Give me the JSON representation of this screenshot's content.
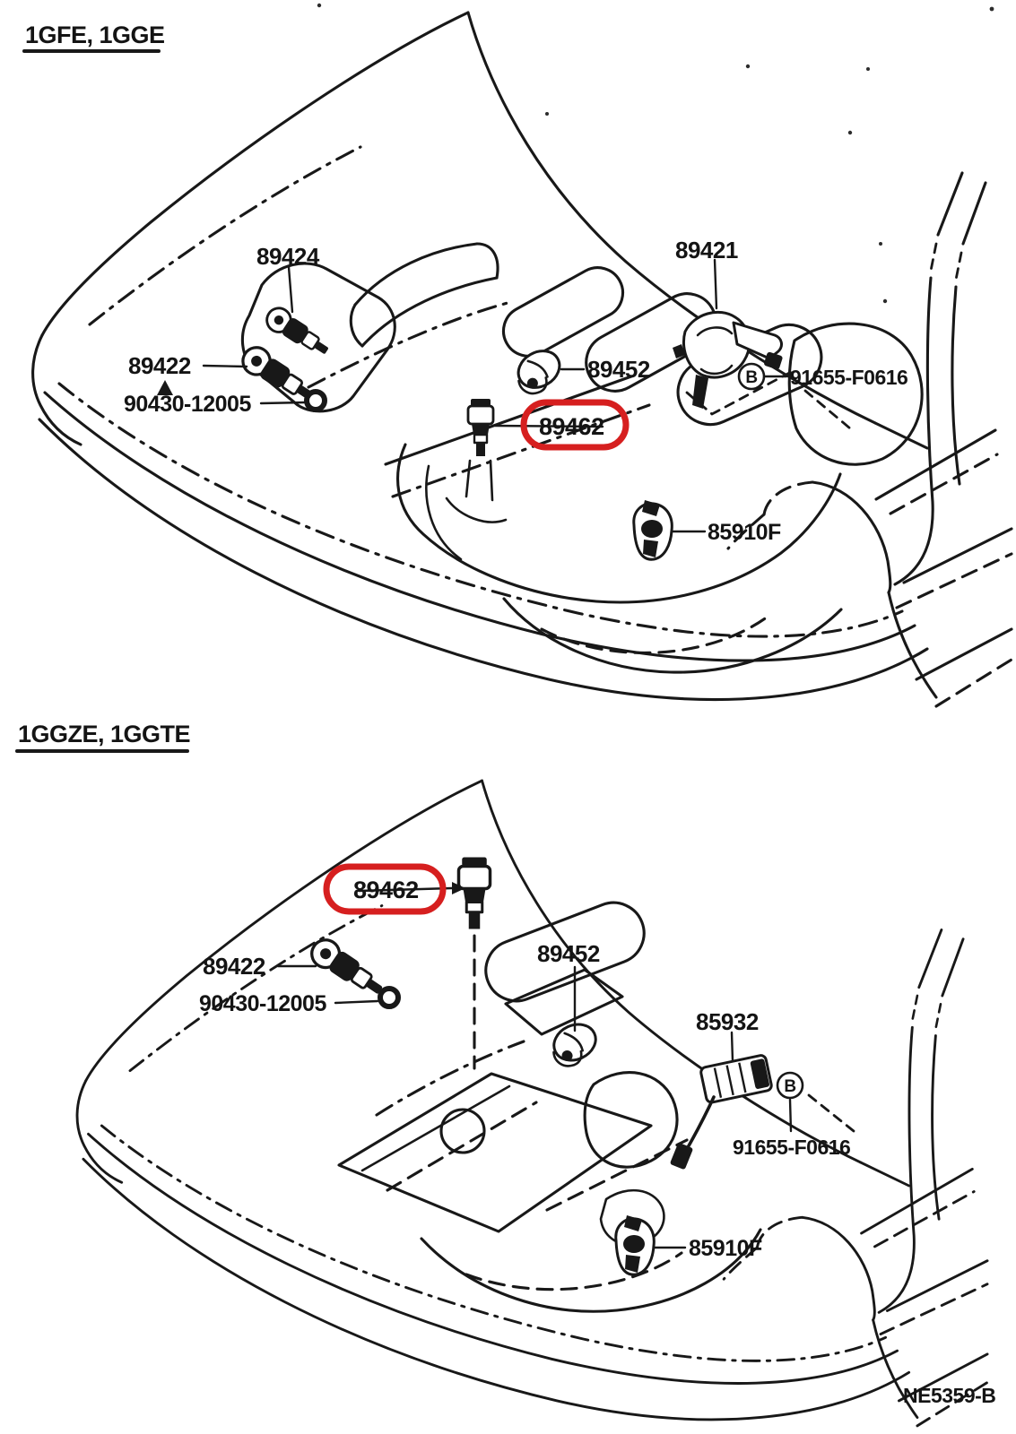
{
  "palette": {
    "paper": "#ffffff",
    "ink": "#181818",
    "highlight_red": "#d61f1f"
  },
  "sections": [
    {
      "header": "1GFE, 1GGE",
      "parts": [
        {
          "label": "89424"
        },
        {
          "label": "89421"
        },
        {
          "label": "89422"
        },
        {
          "label": "90430-12005"
        },
        {
          "label": "89452"
        },
        {
          "label": "91655-F0616",
          "fastener_marker": "B"
        },
        {
          "label": "89462",
          "highlighted": true
        },
        {
          "label": "85910F"
        }
      ]
    },
    {
      "header": "1GGZE, 1GGTE",
      "parts": [
        {
          "label": "89462",
          "highlighted": true
        },
        {
          "label": "89422"
        },
        {
          "label": "90430-12005"
        },
        {
          "label": "89452"
        },
        {
          "label": "85932"
        },
        {
          "label": "91655-F0616",
          "fastener_marker": "B"
        },
        {
          "label": "85910F"
        }
      ]
    }
  ],
  "footer": {
    "code": "NE5359-B"
  }
}
